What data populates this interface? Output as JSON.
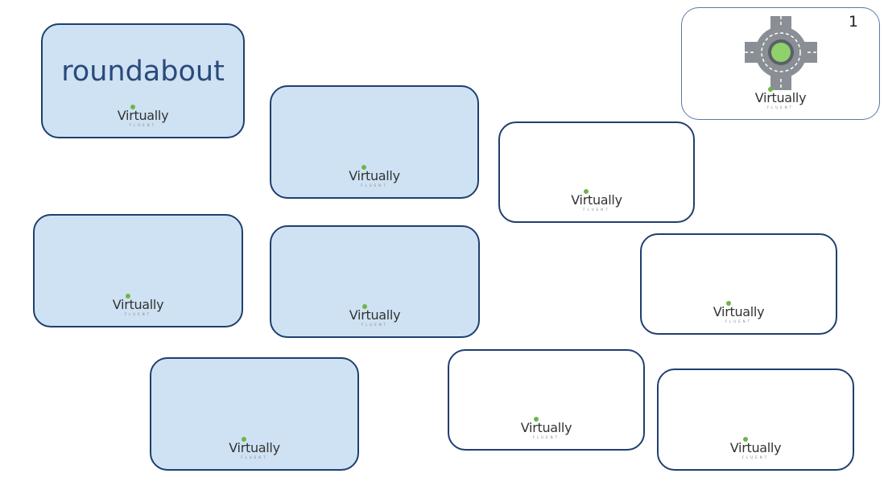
{
  "board": {
    "cards": [
      {
        "id": "card-1",
        "style": "blue",
        "word": "roundabout",
        "logo": "Virtually",
        "logo_sub": "FLUENT"
      },
      {
        "id": "card-2",
        "style": "blue",
        "logo": "Virtually",
        "logo_sub": "FLUENT"
      },
      {
        "id": "card-3",
        "style": "white",
        "logo": "Virtually",
        "logo_sub": "FLUENT"
      },
      {
        "id": "card-4",
        "style": "white",
        "number": "1",
        "icon": "roundabout-icon",
        "logo": "Virtually",
        "logo_sub": "FLUENT"
      },
      {
        "id": "card-5",
        "style": "blue",
        "logo": "Virtually",
        "logo_sub": "FLUENT"
      },
      {
        "id": "card-6",
        "style": "blue",
        "logo": "Virtually",
        "logo_sub": "FLUENT"
      },
      {
        "id": "card-7",
        "style": "white",
        "logo": "Virtually",
        "logo_sub": "FLUENT"
      },
      {
        "id": "card-8",
        "style": "blue",
        "logo": "Virtually",
        "logo_sub": "FLUENT"
      },
      {
        "id": "card-9",
        "style": "white",
        "logo": "Virtually",
        "logo_sub": "FLUENT"
      },
      {
        "id": "card-10",
        "style": "white",
        "logo": "Virtually",
        "logo_sub": "FLUENT"
      }
    ]
  },
  "colors": {
    "card_blue": "#cfe2f3",
    "card_border": "#1f3f6e",
    "word_text": "#2a4a7c",
    "logo_accent": "#6fb44a",
    "roundabout_center": "#8fd16a",
    "road_gray": "#8a8f96"
  }
}
